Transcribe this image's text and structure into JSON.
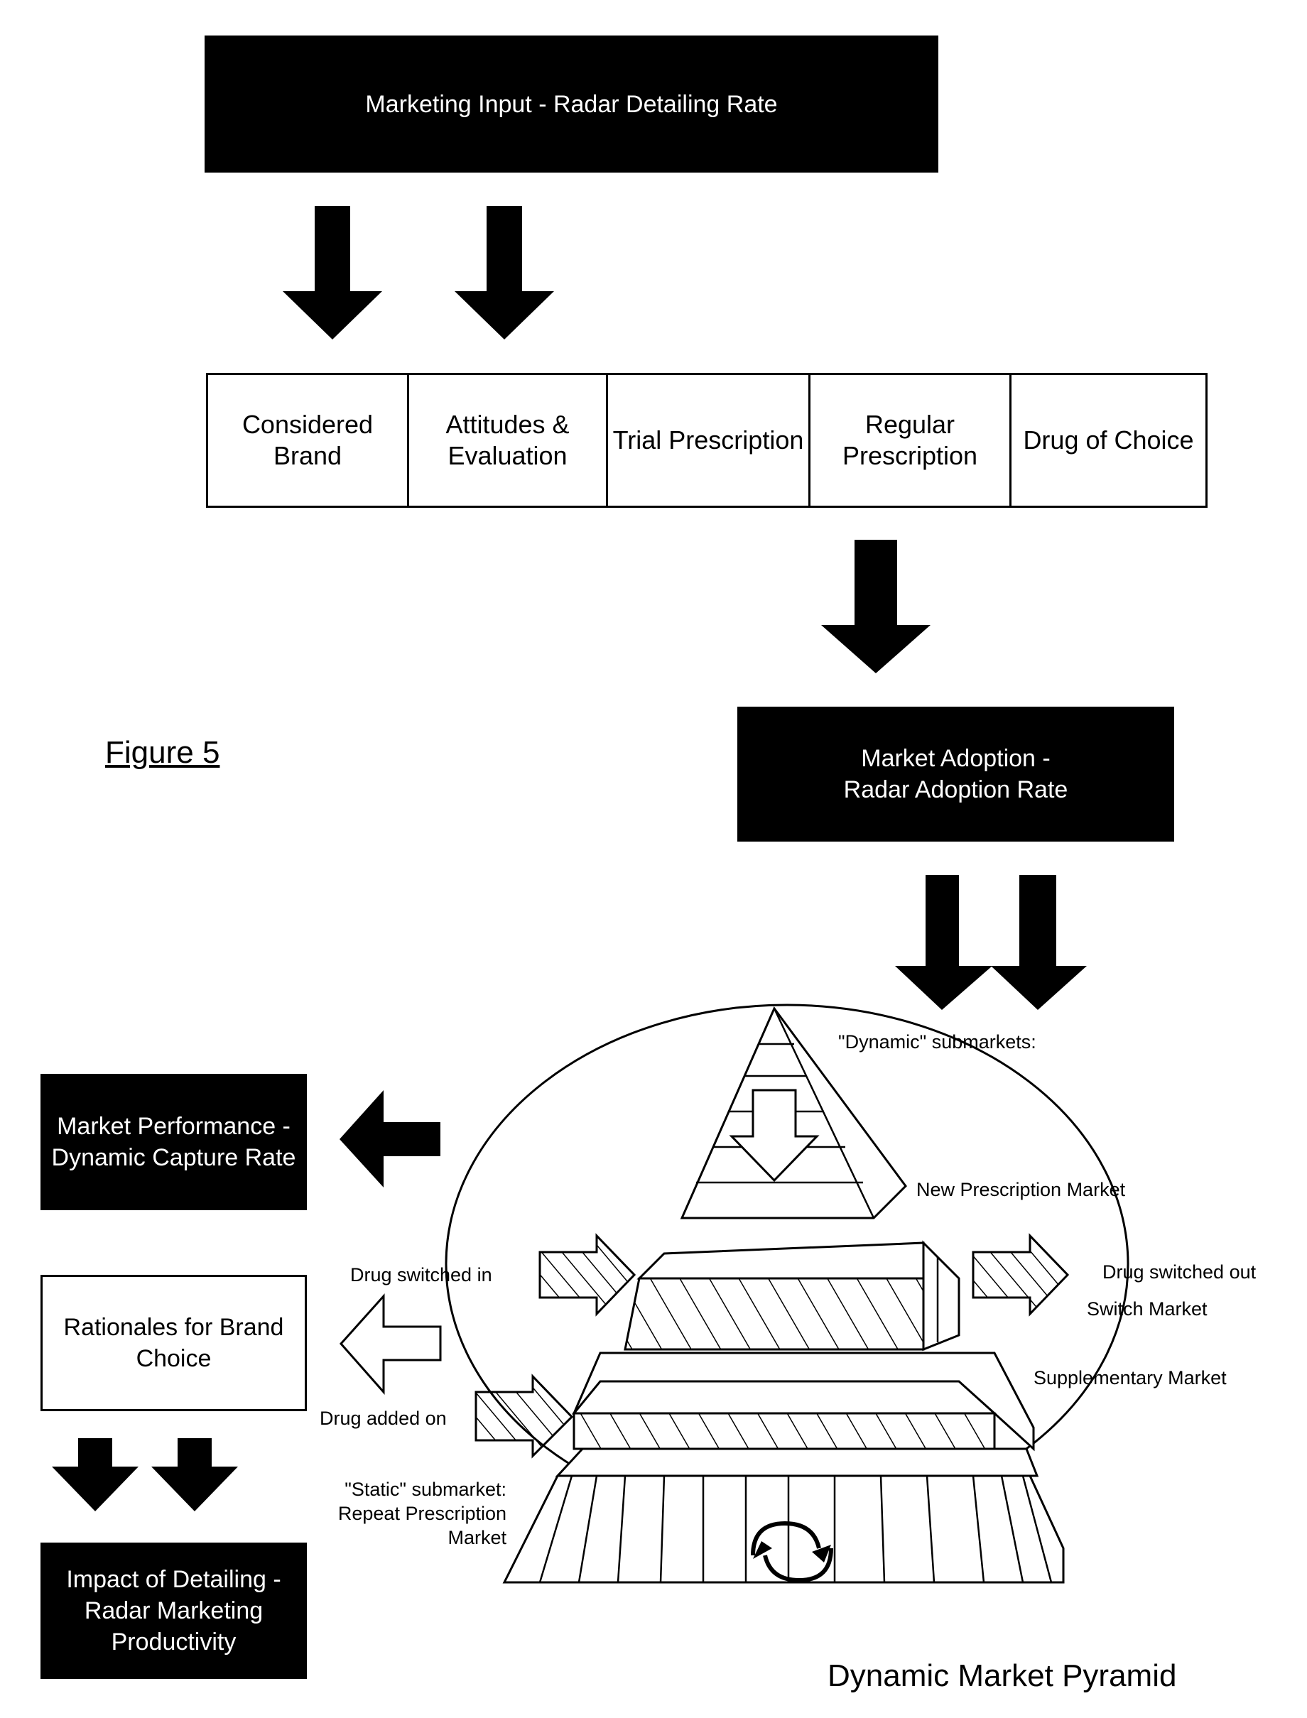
{
  "top_box": "Marketing Input - Radar Detailing Rate",
  "stages": [
    "Considered\nBrand",
    "Attitudes &\nEvaluation",
    "Trial Prescription",
    "Regular\nPrescription",
    "Drug of Choice"
  ],
  "figure_label": "Figure 5",
  "adoption_box": "Market Adoption -\nRadar Adoption Rate",
  "performance_box": "Market Performance -\nDynamic Capture Rate",
  "rationales_box": "Rationales for Brand\nChoice",
  "impact_box": "Impact of Detailing -\nRadar Marketing\nProductivity",
  "pyramid": {
    "dynamic_label": "\"Dynamic\" submarkets:",
    "new_rx": "New Prescription Market",
    "drug_switched_in": "Drug switched in",
    "drug_switched_out": "Drug switched out",
    "switch_market": "Switch Market",
    "supplementary": "Supplementary Market",
    "drug_added_on": "Drug added on",
    "static_label": "\"Static\" submarket:\nRepeat Prescription\nMarket",
    "title": "Dynamic Market Pyramid"
  }
}
